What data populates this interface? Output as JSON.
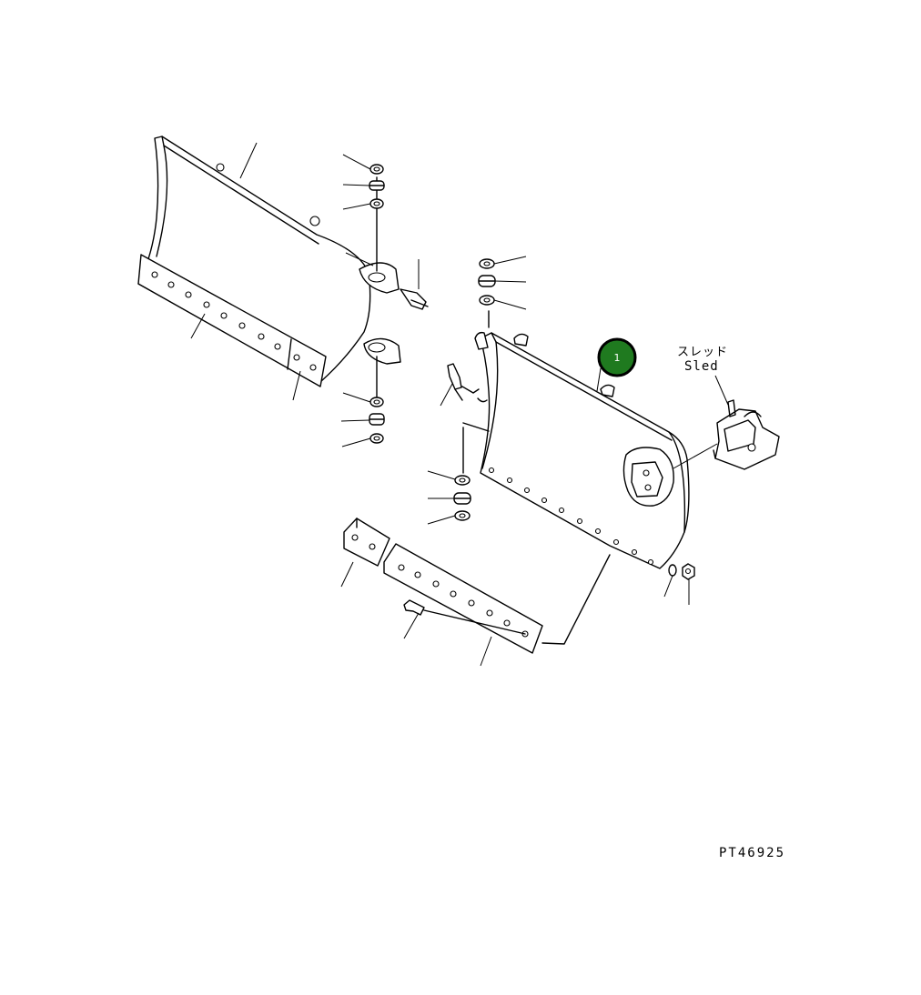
{
  "callout": {
    "number": "1",
    "color": "#1f7a1f",
    "ring_color": "#000000"
  },
  "labels": {
    "sled_jp": "スレッド",
    "sled_en": "Sled"
  },
  "drawing_number": "PT46925"
}
